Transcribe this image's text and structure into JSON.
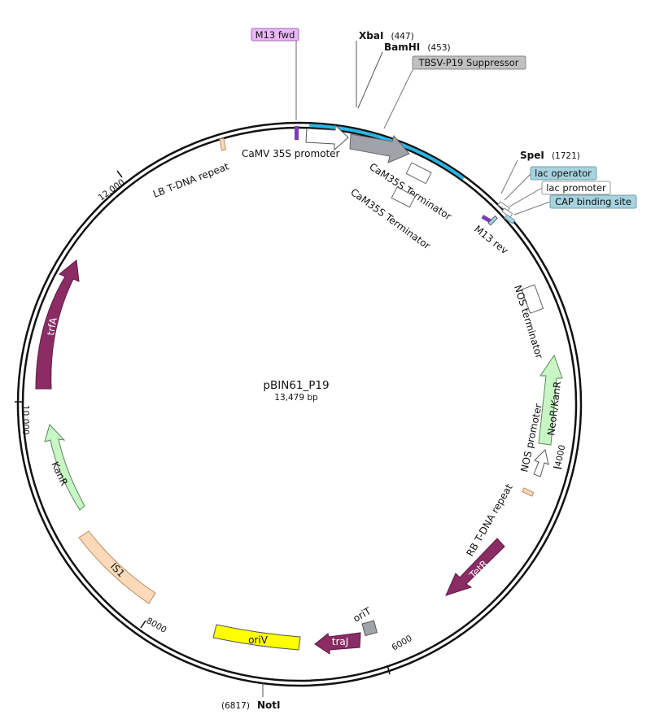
{
  "plasmid": {
    "name": "pBIN61_P19",
    "length_label": "13,479 bp",
    "length_bp": 13479
  },
  "ticks": [
    {
      "label": "4000"
    },
    {
      "label": "6000"
    },
    {
      "label": "8000"
    },
    {
      "label": "10,000"
    },
    {
      "label": "12,000"
    }
  ],
  "sites": {
    "xbai": {
      "name": "XbaI",
      "pos": "(447)"
    },
    "bamhi": {
      "name": "BamHI",
      "pos": "(453)"
    },
    "spei": {
      "name": "SpeI",
      "pos": "(1721)"
    },
    "noti": {
      "name": "NotI",
      "pos": "(6817)"
    }
  },
  "callouts": {
    "m13fwd": {
      "text": "M13 fwd",
      "color": "#e9b7f5"
    },
    "tbsv": {
      "text": "TBSV-P19 Suppressor",
      "color": "#c0c0c0"
    },
    "lacop": {
      "text": "lac operator",
      "color": "#a7d3df"
    },
    "lacprom": {
      "text": "lac promoter",
      "color": "#ffffff"
    },
    "cap": {
      "text": "CAP binding site",
      "color": "#a7d3df"
    }
  },
  "features": {
    "camv35s": {
      "label": "CaMV 35S promoter"
    },
    "cam35s_term1": {
      "label": "CaM35S Terminator"
    },
    "cam35s_term2": {
      "label": "CaM35S Terminator"
    },
    "lb_repeat": {
      "label": "LB T-DNA repeat"
    },
    "m13rev": {
      "label": "M13 rev"
    },
    "nos_term": {
      "label": "NOS terminator"
    },
    "neor": {
      "label": "NeoR/KanR"
    },
    "nos_prom": {
      "label": "NOS promoter"
    },
    "rb_repeat": {
      "label": "RB T-DNA repeat"
    },
    "tetr": {
      "label": "TetR"
    },
    "orit": {
      "label": "oriT"
    },
    "traj": {
      "label": "traJ"
    },
    "oriv": {
      "label": "oriV"
    },
    "is1": {
      "label": "IS1"
    },
    "kanr": {
      "label": "KanR"
    },
    "trfa": {
      "label": "trfA"
    }
  },
  "colors": {
    "backbone": "#111111",
    "insert": "#29b6e6",
    "purple_feature": "#8b2c64",
    "green_feature": "#c8f7c5",
    "peach_feature": "#fbd9b9",
    "yellow_feature": "#ffff00",
    "grey_feature": "#a0a4aa",
    "purple_primer": "#7b3fb1"
  }
}
